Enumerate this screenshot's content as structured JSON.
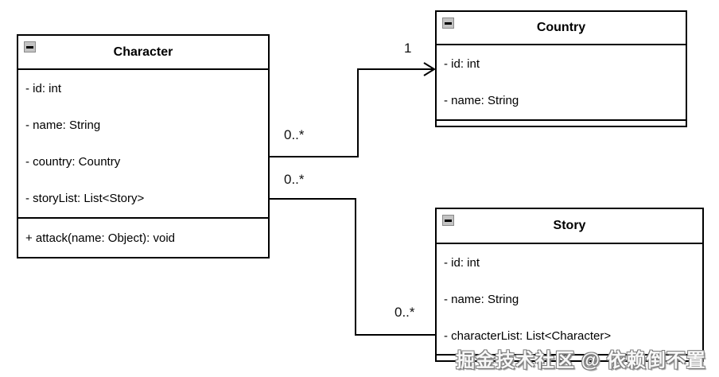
{
  "diagram": {
    "type": "uml-class-diagram",
    "background_color": "#ffffff",
    "line_color": "#000000",
    "collapse_icon": "minus-square",
    "collapse_icon_bg": "#c3c3c3",
    "collapse_icon_border": "#8a8a8a",
    "watermark": "掘金技术社区 @ 依赖倒不置"
  },
  "classes": [
    {
      "name": "Character",
      "attributes": [
        "- id: int",
        "- name: String",
        "- country: Country",
        "- storyList: List<Story>"
      ],
      "methods": [
        "+ attack(name: Object): void"
      ]
    },
    {
      "name": "Country",
      "attributes": [
        "- id: int",
        "- name: String"
      ],
      "methods": []
    },
    {
      "name": "Story",
      "attributes": [
        "- id: int",
        "- name: String",
        "- characterList: List<Character>"
      ],
      "methods": []
    }
  ],
  "associations": [
    {
      "from": "Character",
      "to": "Country",
      "from_label": "0..*",
      "to_label": "1",
      "arrow": "open-arrowhead-at-country"
    },
    {
      "from": "Character",
      "to": "Story",
      "from_label": "0..*",
      "to_label": "0..*",
      "arrow": "none"
    }
  ]
}
